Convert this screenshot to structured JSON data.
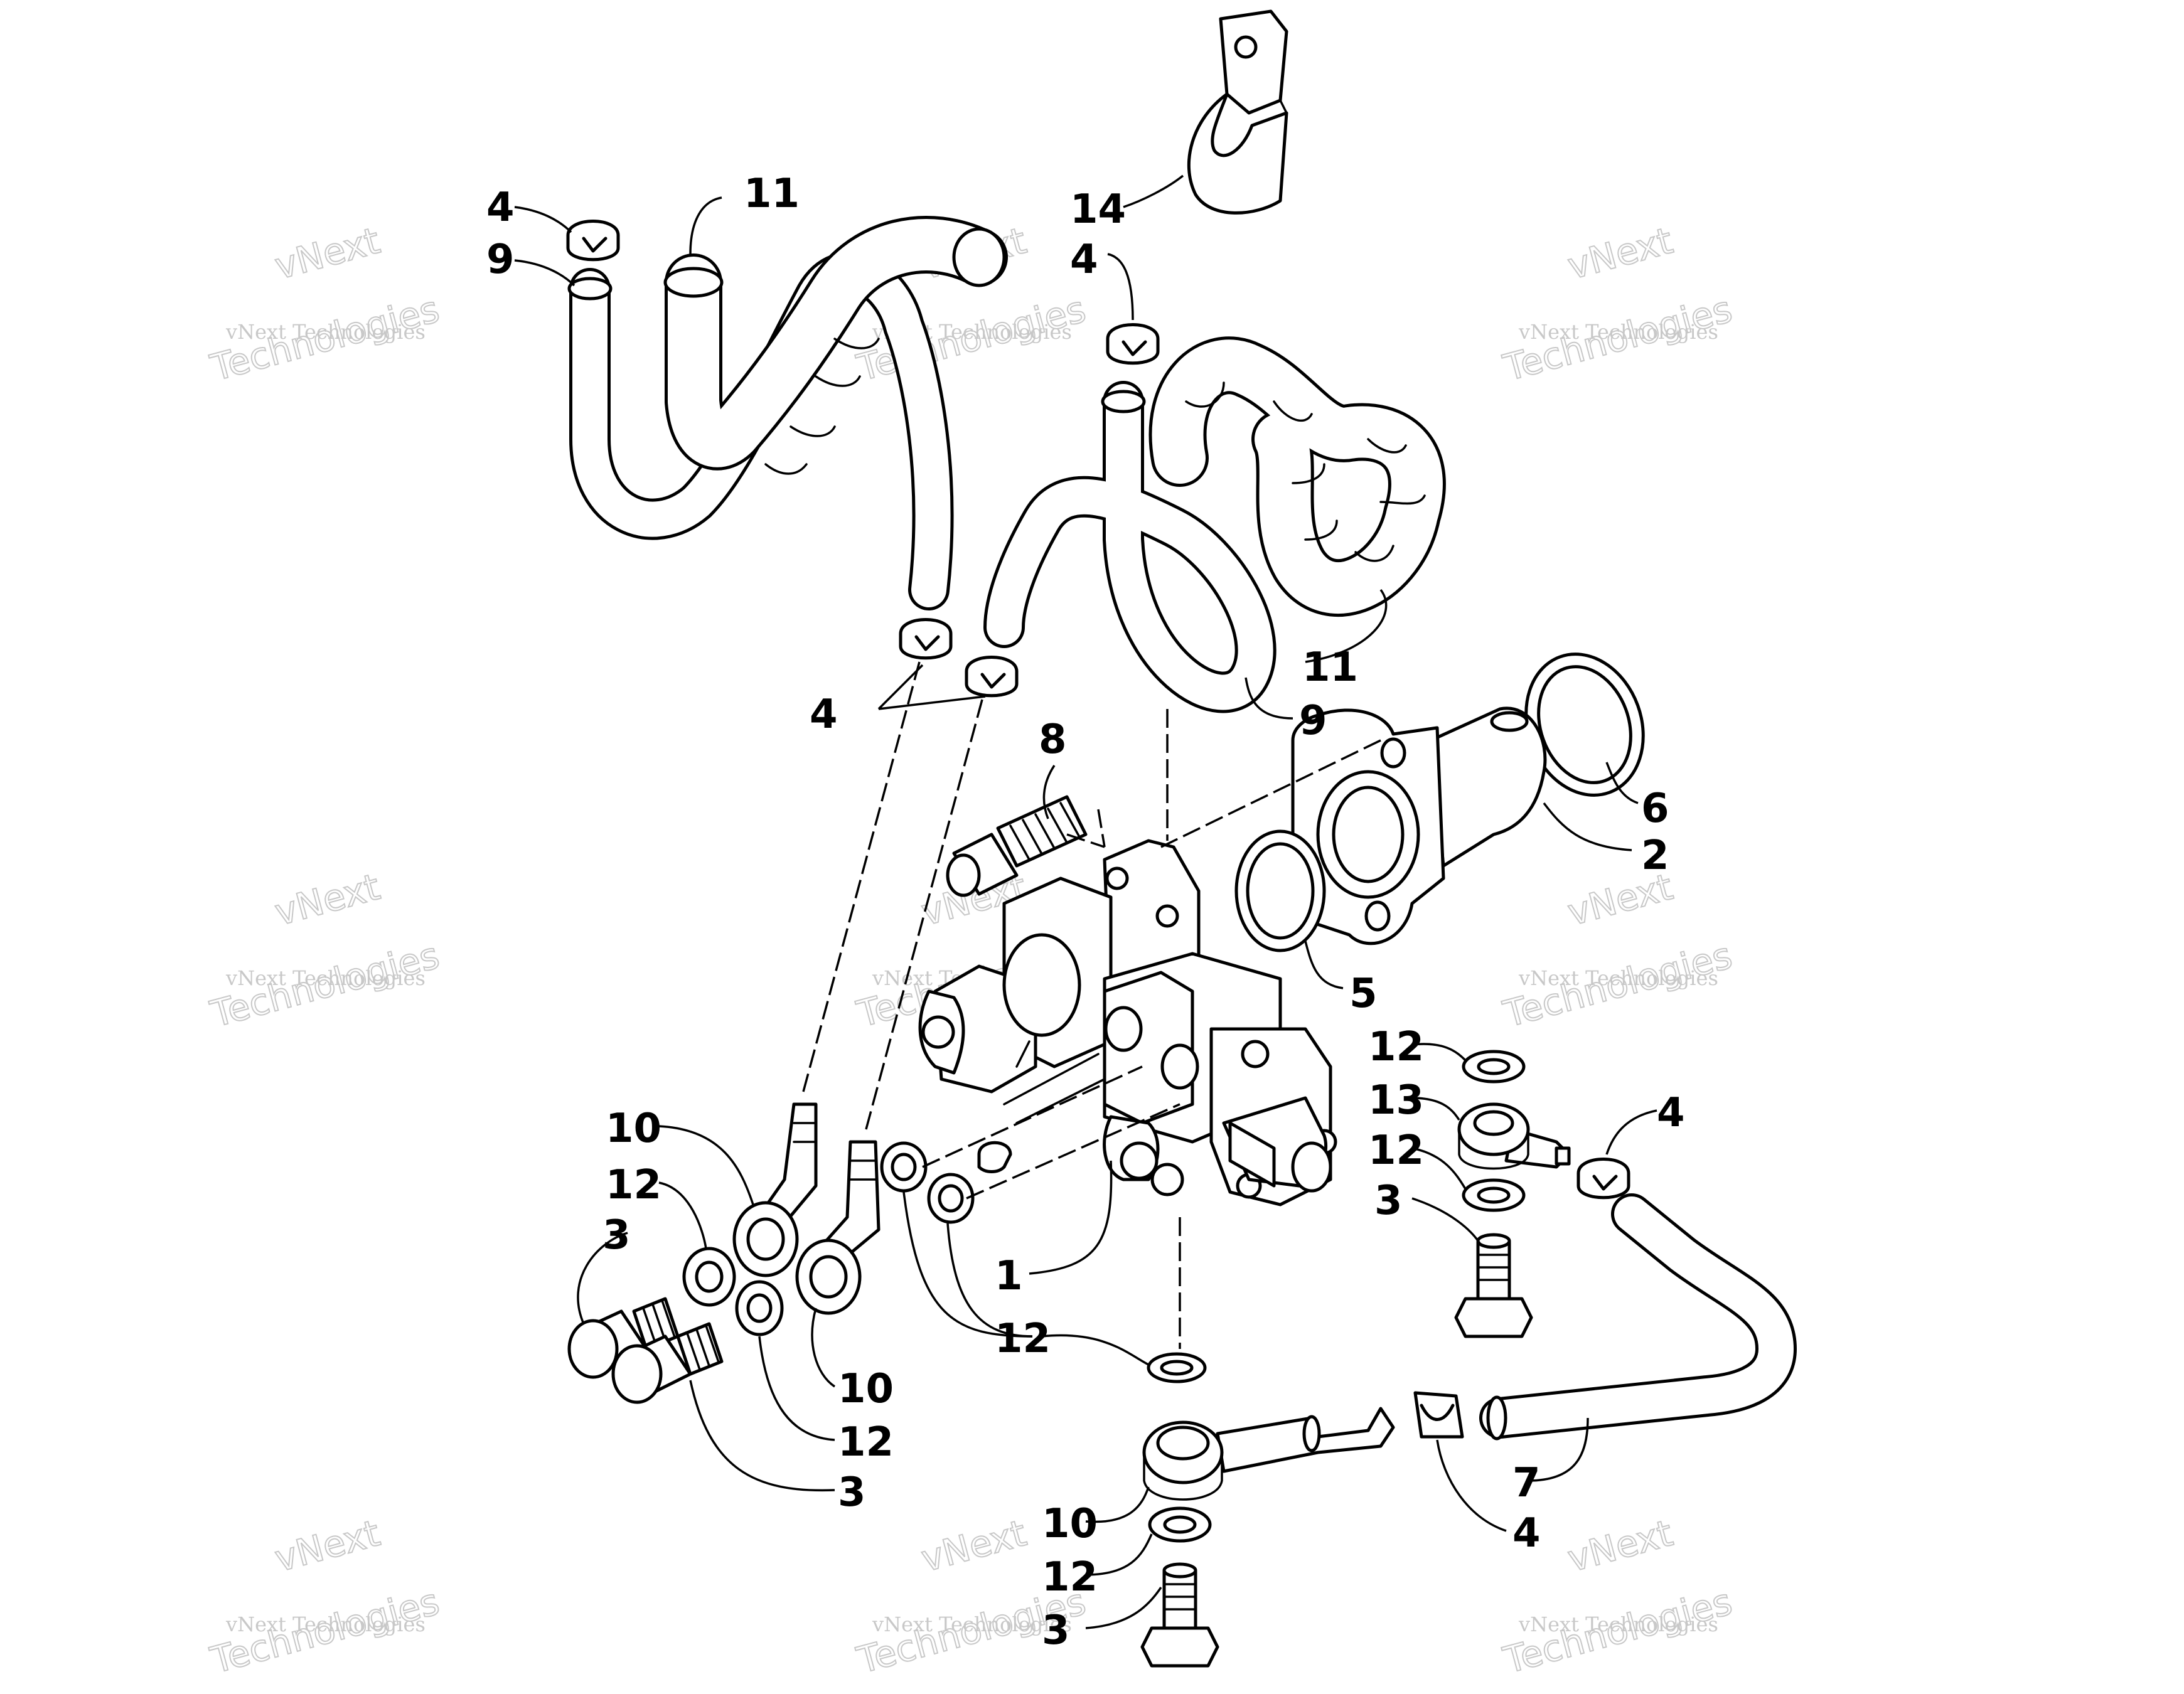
{
  "watermark": {
    "line1": "vNext",
    "line2": "vNext Technologies",
    "line3": "Technologies"
  },
  "callouts": {
    "c14": "14",
    "c11_top": "11",
    "c4_top_left": "4",
    "c9_top_left": "9",
    "c4_top_mid": "4",
    "c4_mid": "4",
    "c11_right": "11",
    "c9_right": "9",
    "c8": "8",
    "c6": "6",
    "c2": "2",
    "c5": "5",
    "c12_r1": "12",
    "c13": "13",
    "c12_r2": "12",
    "c3_right": "3",
    "c4_right": "4",
    "c10_left": "10",
    "c12_left": "12",
    "c3_left": "3",
    "c1": "1",
    "c12_mid": "12",
    "c10_low": "10",
    "c12_low": "12",
    "c3_low": "3",
    "c10_bottom": "10",
    "c12_bottom": "12",
    "c3_bottom": "3",
    "c7": "7",
    "c4_bottom": "4"
  }
}
